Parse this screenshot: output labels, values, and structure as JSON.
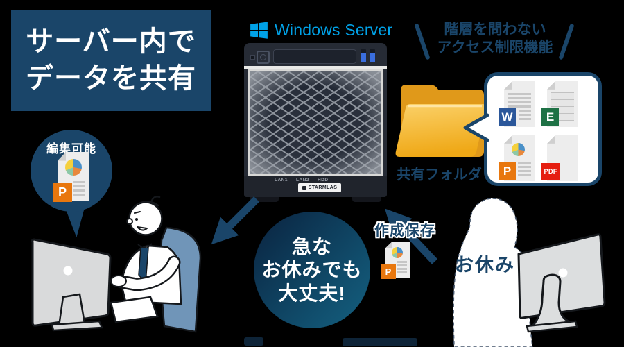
{
  "colors": {
    "background": "#000000",
    "navy": "#1a4569",
    "windows_blue": "#00a2e8",
    "word_blue": "#2b579a",
    "excel_green": "#1e7145",
    "powerpoint_orange": "#e8770e",
    "pdf_red": "#e51e10",
    "folder_yellow": "#f3b233",
    "chair_blue": "#7095b8"
  },
  "title": {
    "line1": "サーバー内で",
    "line2": "データを共有"
  },
  "windows_server": {
    "label": "Windows Server"
  },
  "server": {
    "lan1": "LAN1",
    "lan2": "LAN2",
    "hdd": "HDD",
    "badge": "STARMLAS"
  },
  "feature_callout": {
    "line1": "階層を問わない",
    "line2": "アクセス制限機能"
  },
  "shared_folder": {
    "label": "共有フォルダ"
  },
  "documents": {
    "word": "W",
    "excel": "E",
    "powerpoint": "P",
    "pdf": "PDF"
  },
  "edit_bubble": {
    "label": "編集可能",
    "doc_badge": "P"
  },
  "center_badge": {
    "line1": "急な",
    "line2": "お休みでも",
    "line3": "大丈夫!"
  },
  "save_label": {
    "text": "作成保存",
    "doc_badge": "P"
  },
  "away_label": {
    "text": "お休み"
  }
}
